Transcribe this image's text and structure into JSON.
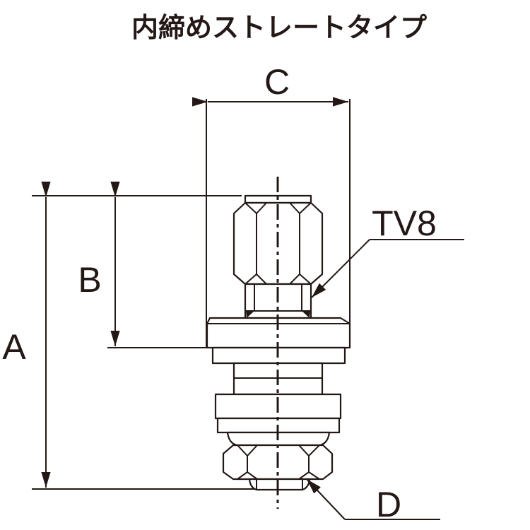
{
  "title": "内締めストレートタイプ",
  "dimensions": {
    "a": "A",
    "b": "B",
    "c": "C",
    "d": "D"
  },
  "callout": "TV8",
  "colors": {
    "line": "#231815",
    "background": "#ffffff"
  }
}
